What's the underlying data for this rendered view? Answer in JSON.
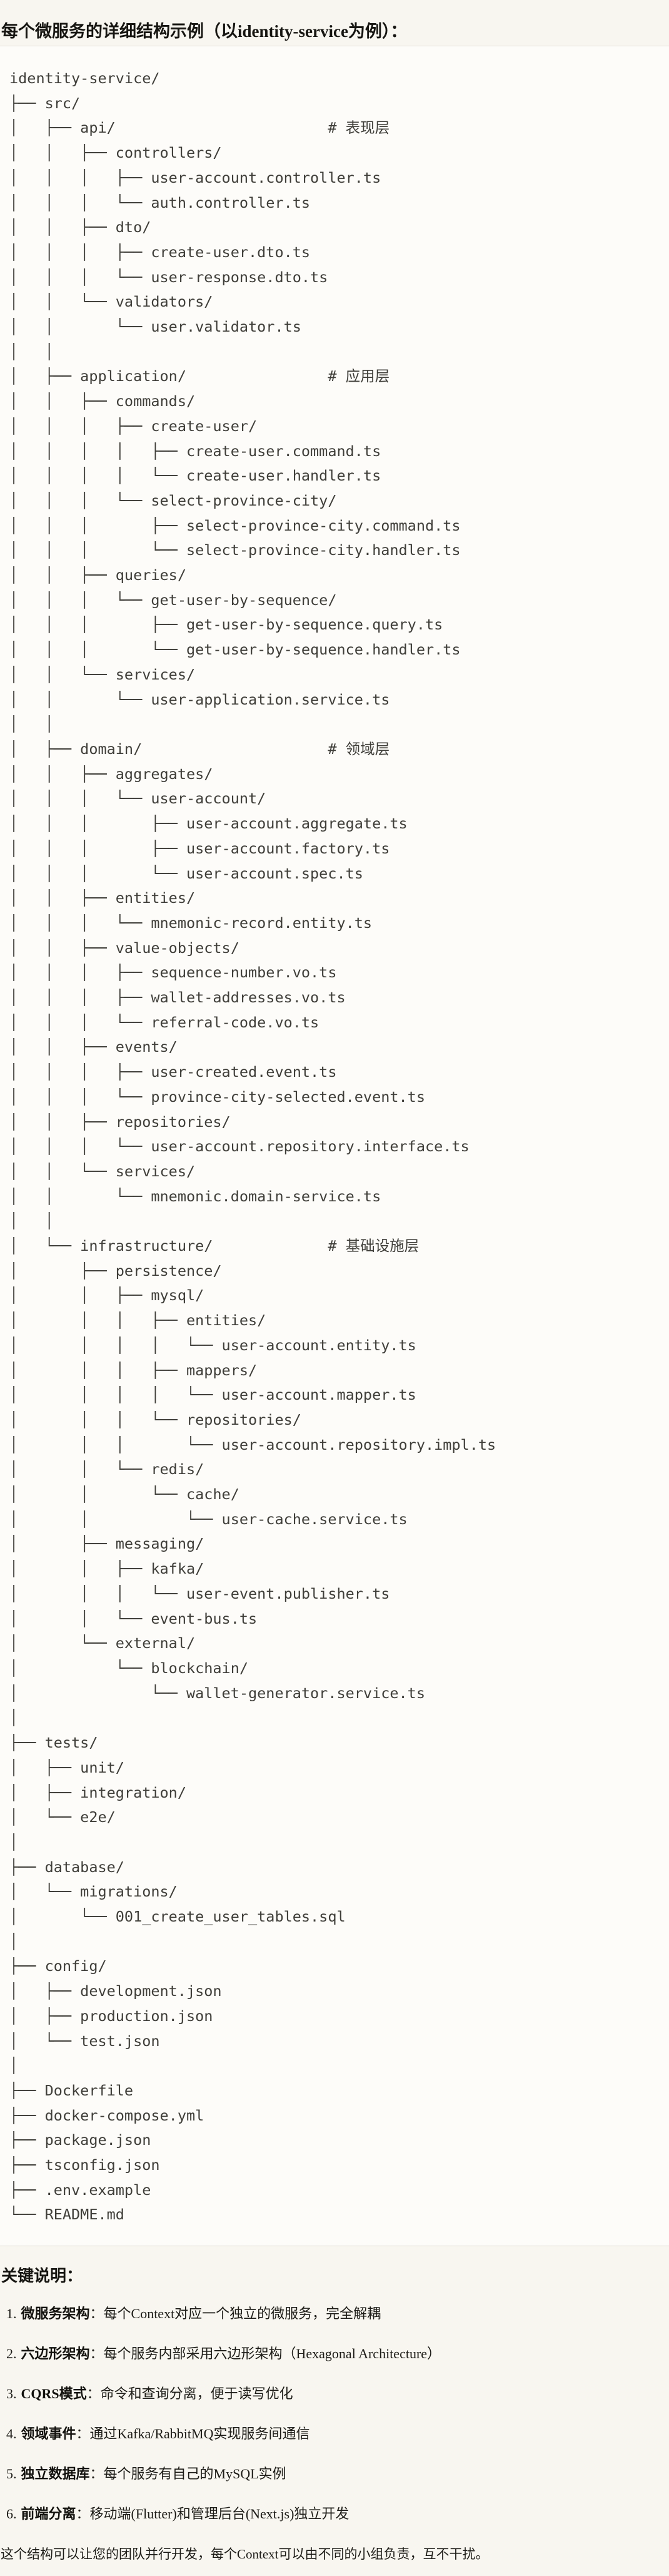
{
  "page": {
    "title": "每个微服务的详细结构示例（以identity-service为例）："
  },
  "code_block": {
    "tree_text": "identity-service/\n├── src/\n│   ├── api/                        # 表现层\n│   │   ├── controllers/\n│   │   │   ├── user-account.controller.ts\n│   │   │   └── auth.controller.ts\n│   │   ├── dto/\n│   │   │   ├── create-user.dto.ts\n│   │   │   └── user-response.dto.ts\n│   │   └── validators/\n│   │       └── user.validator.ts\n│   │\n│   ├── application/                # 应用层\n│   │   ├── commands/\n│   │   │   ├── create-user/\n│   │   │   │   ├── create-user.command.ts\n│   │   │   │   └── create-user.handler.ts\n│   │   │   └── select-province-city/\n│   │   │       ├── select-province-city.command.ts\n│   │   │       └── select-province-city.handler.ts\n│   │   ├── queries/\n│   │   │   └── get-user-by-sequence/\n│   │   │       ├── get-user-by-sequence.query.ts\n│   │   │       └── get-user-by-sequence.handler.ts\n│   │   └── services/\n│   │       └── user-application.service.ts\n│   │\n│   ├── domain/                     # 领域层\n│   │   ├── aggregates/\n│   │   │   └── user-account/\n│   │   │       ├── user-account.aggregate.ts\n│   │   │       ├── user-account.factory.ts\n│   │   │       └── user-account.spec.ts\n│   │   ├── entities/\n│   │   │   └── mnemonic-record.entity.ts\n│   │   ├── value-objects/\n│   │   │   ├── sequence-number.vo.ts\n│   │   │   ├── wallet-addresses.vo.ts\n│   │   │   └── referral-code.vo.ts\n│   │   ├── events/\n│   │   │   ├── user-created.event.ts\n│   │   │   └── province-city-selected.event.ts\n│   │   ├── repositories/\n│   │   │   └── user-account.repository.interface.ts\n│   │   └── services/\n│   │       └── mnemonic.domain-service.ts\n│   │\n│   └── infrastructure/             # 基础设施层\n│       ├── persistence/\n│       │   ├── mysql/\n│       │   │   ├── entities/\n│       │   │   │   └── user-account.entity.ts\n│       │   │   ├── mappers/\n│       │   │   │   └── user-account.mapper.ts\n│       │   │   └── repositories/\n│       │   │       └── user-account.repository.impl.ts\n│       │   └── redis/\n│       │       └── cache/\n│       │           └── user-cache.service.ts\n│       ├── messaging/\n│       │   ├── kafka/\n│       │   │   └── user-event.publisher.ts\n│       │   └── event-bus.ts\n│       └── external/\n│           └── blockchain/\n│               └── wallet-generator.service.ts\n│\n├── tests/\n│   ├── unit/\n│   ├── integration/\n│   └── e2e/\n│\n├── database/\n│   └── migrations/\n│       └── 001_create_user_tables.sql\n│\n├── config/\n│   ├── development.json\n│   ├── production.json\n│   └── test.json\n│\n├── Dockerfile\n├── docker-compose.yml\n├── package.json\n├── tsconfig.json\n├── .env.example\n└── README.md"
  },
  "notes": {
    "heading": "关键说明：",
    "items": [
      {
        "num": "1.",
        "label": "微服务架构",
        "desc": "：每个Context对应一个独立的微服务，完全解耦"
      },
      {
        "num": "2.",
        "label": "六边形架构",
        "desc": "：每个服务内部采用六边形架构（Hexagonal Architecture）"
      },
      {
        "num": "3.",
        "label": "CQRS模式",
        "desc": "：命令和查询分离，便于读写优化"
      },
      {
        "num": "4.",
        "label": "领域事件",
        "desc": "：通过Kafka/RabbitMQ实现服务间通信"
      },
      {
        "num": "5.",
        "label": "独立数据库",
        "desc": "：每个服务有自己的MySQL实例"
      },
      {
        "num": "6.",
        "label": "前端分离",
        "desc": "：移动端(Flutter)和管理后台(Next.js)独立开发"
      }
    ],
    "footer": "这个结构可以让您的团队并行开发，每个Context可以由不同的小组负责，互不干扰。"
  },
  "colors": {
    "page_background": "#f8f6f0",
    "code_background": "#fdfcf9",
    "code_border": "#e1ded6",
    "tree_text": "#3f3e39",
    "heading_text": "#161511"
  }
}
